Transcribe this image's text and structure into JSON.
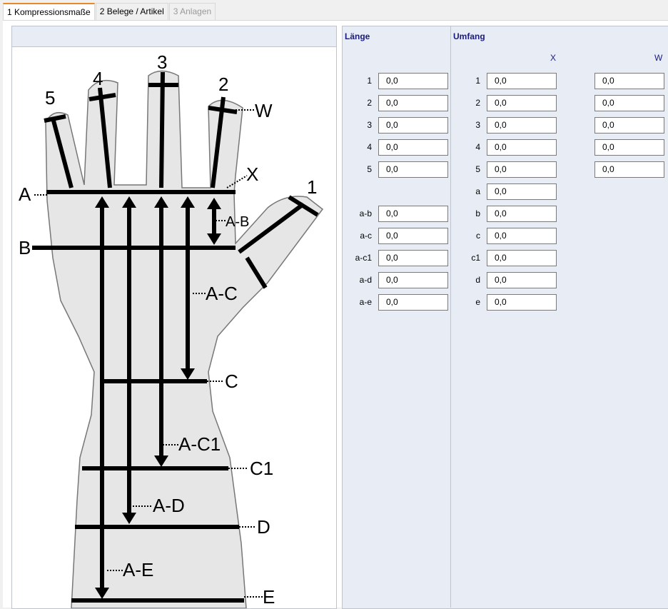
{
  "tabs": [
    {
      "label": "1 Kompressionsmaße",
      "state": "active"
    },
    {
      "label": "2 Belege / Artikel",
      "state": "normal"
    },
    {
      "label": "3 Anlagen",
      "state": "disabled"
    }
  ],
  "diagram": {
    "labels": {
      "A": "A",
      "B": "B",
      "C": "C",
      "C1": "C1",
      "D": "D",
      "E": "E",
      "W": "W",
      "X": "X",
      "f1": "1",
      "f2": "2",
      "f3": "3",
      "f4": "4",
      "f5": "5",
      "AB": "A-B",
      "AC": "A-C",
      "AC1": "A-C1",
      "AD": "A-D",
      "AE": "A-E"
    }
  },
  "laenge": {
    "title": "Länge",
    "rows": [
      {
        "label": "1",
        "value": "0,0"
      },
      {
        "label": "2",
        "value": "0,0"
      },
      {
        "label": "3",
        "value": "0,0"
      },
      {
        "label": "4",
        "value": "0,0"
      },
      {
        "label": "5",
        "value": "0,0"
      },
      {
        "label": "a-b",
        "value": "0,0"
      },
      {
        "label": "a-c",
        "value": "0,0"
      },
      {
        "label": "a-c1",
        "value": "0,0"
      },
      {
        "label": "a-d",
        "value": "0,0"
      },
      {
        "label": "a-e",
        "value": "0,0"
      }
    ]
  },
  "umfang": {
    "title": "Umfang",
    "col_x": "X",
    "col_w": "W",
    "rows": [
      {
        "label": "1",
        "x": "0,0",
        "w": "0,0"
      },
      {
        "label": "2",
        "x": "0,0",
        "w": "0,0"
      },
      {
        "label": "3",
        "x": "0,0",
        "w": "0,0"
      },
      {
        "label": "4",
        "x": "0,0",
        "w": "0,0"
      },
      {
        "label": "5",
        "x": "0,0",
        "w": "0,0"
      },
      {
        "label": "a",
        "x": "0,0"
      },
      {
        "label": "b",
        "x": "0,0"
      },
      {
        "label": "c",
        "x": "0,0"
      },
      {
        "label": "c1",
        "x": "0,0"
      },
      {
        "label": "d",
        "x": "0,0"
      },
      {
        "label": "e",
        "x": "0,0"
      }
    ]
  }
}
